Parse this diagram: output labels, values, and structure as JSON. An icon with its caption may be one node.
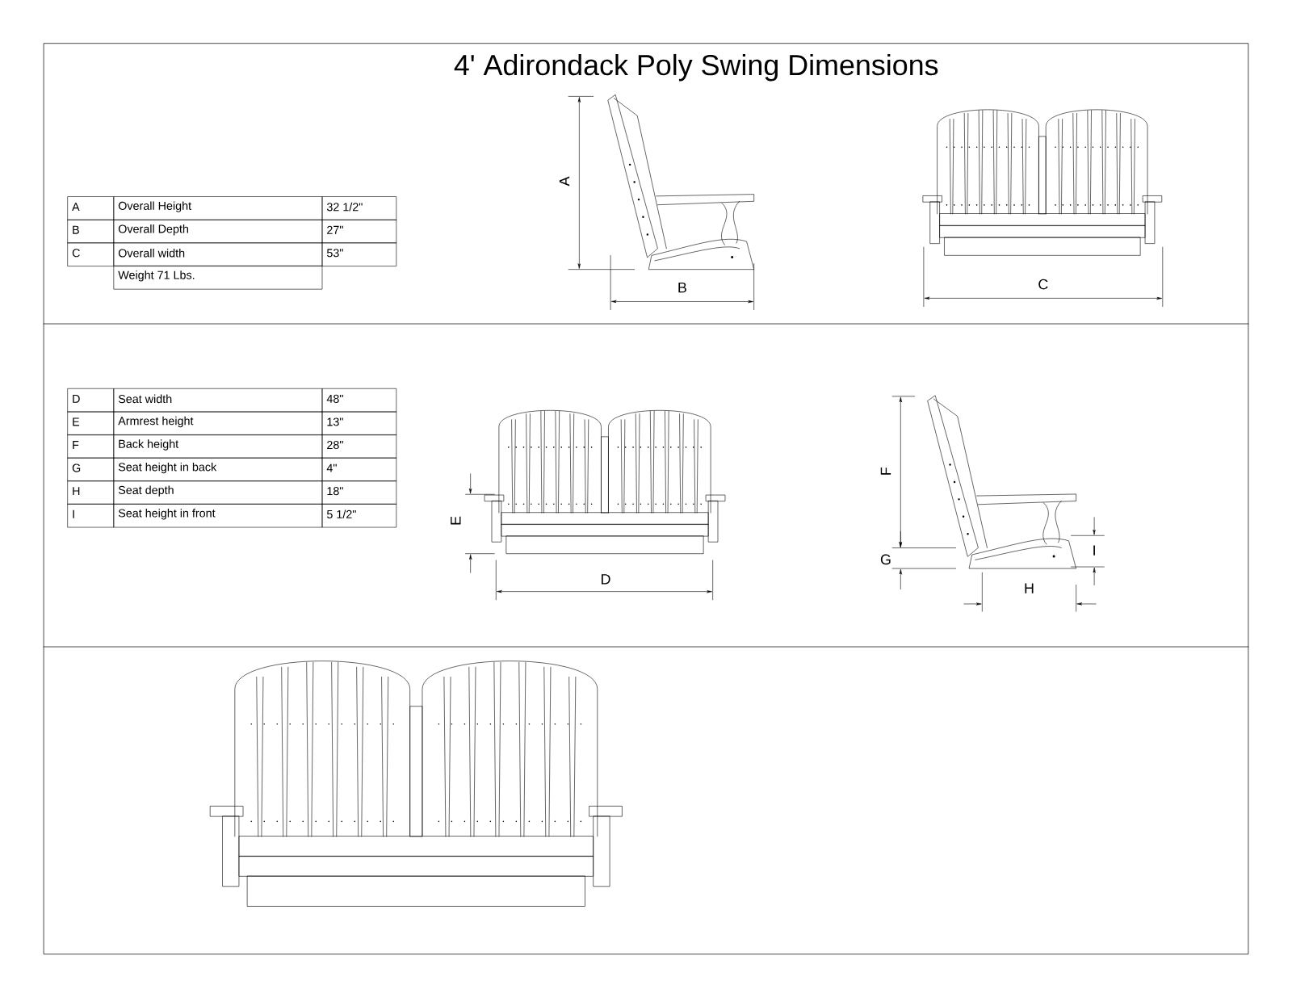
{
  "diagram": {
    "title": "4' Adirondack Poly Swing Dimensions",
    "labels": [
      "A",
      "Overall Height",
      "32 1/2\"",
      "B",
      "Overall Depth",
      "27\"",
      "C",
      "Overall width",
      "53\"",
      "Weight 71 Lbs.",
      "D",
      "Seat width",
      "48\"",
      "E",
      "Armrest height",
      "13\"",
      "F",
      "Back height",
      "28\"",
      "G",
      "Seat height in back",
      "4\"",
      "H",
      "Seat depth",
      "18\"",
      "I",
      "Seat height in front",
      "5 1/2\"",
      "A",
      "B",
      "C",
      "D",
      "E",
      "F",
      "G",
      "H",
      "I"
    ]
  }
}
